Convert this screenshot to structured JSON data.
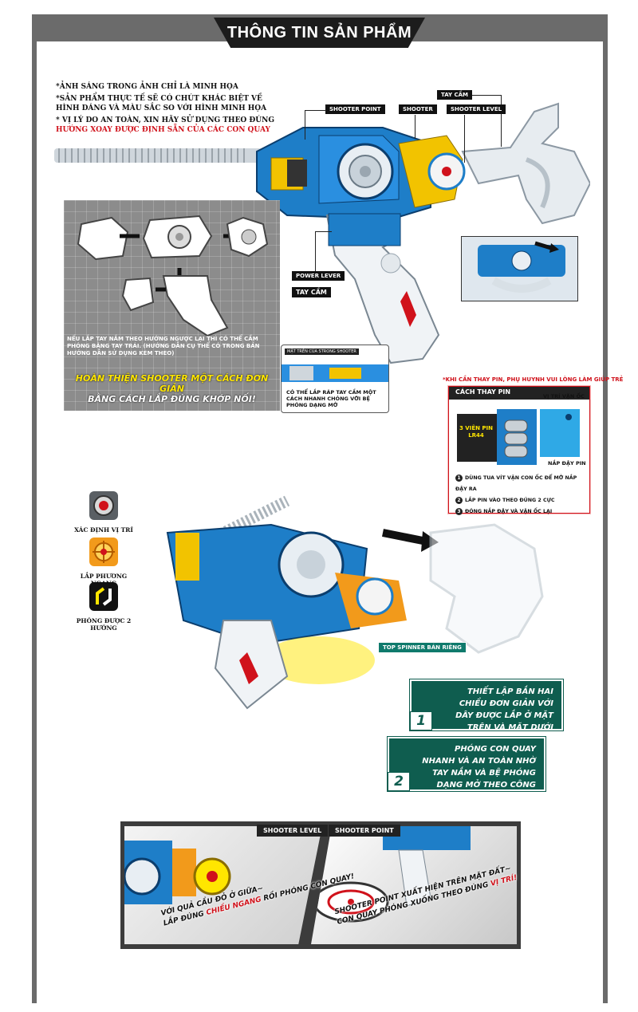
{
  "header": {
    "title": "THÔNG TIN SẢN PHẨM"
  },
  "notes": [
    {
      "text": "*ẢNH SÁNG TRONG ẢNH CHỈ LÀ MINH HỌA",
      "red": ""
    },
    {
      "text": "*SẢN PHẨM THỰC TẾ SẼ CÓ CHÚT KHÁC BIỆT VỀ HÌNH DÁNG VÀ MÀU SẮC SO VỚI HÌNH MINH HỌA",
      "red": ""
    },
    {
      "text": "* VỊ LÝ DO AN TOÀN, XIN HÃY SỬ DỤNG THEO ĐÚNG",
      "red": "HƯỚNG XOAY ĐƯỢC ĐỊNH SẴN CỦA CÁC CON QUAY"
    }
  ],
  "labels": {
    "shooter_point": "SHOOTER POINT",
    "shooter": "SHOOTER",
    "tay_cam_top": "TAY CẦM",
    "shooter_level": "SHOOTER LEVEL",
    "power_lever": "POWER LEVER",
    "tay_cam": "TAY CẦM"
  },
  "assembly": {
    "note": "NẾU LẮP TAY NẮM THEO HƯỚNG NGƯỢC LẠI THÌ CÓ THỂ CẦM PHÓNG BẰNG TAY TRÁI. (HƯỚNG DẪN CỤ THỂ CÓ TRONG BẢN HƯỚNG DẪN SỬ DỤNG KÈM THEO)",
    "yellow": "HOÀN THIỆN SHOOTER MỘT CÁCH ĐƠN GIẢN",
    "white": "BẰNG CÁCH LẮP ĐÚNG KHỚP NỐI!"
  },
  "inset1": {
    "caption": "MẶT TRÊN CỦA STRONG SHOOTER",
    "text": "CÓ THỂ LẮP RÁP TAY CẦM MỘT CÁCH NHANH CHÓNG VỚI BỆ PHÓNG DẠNG MỞ"
  },
  "battery": {
    "warning": "*KHI CẦN THAY PIN, PHỤ HUYNH VUI LÒNG LÀM GIÚP TRẺ",
    "title": "CÁCH THAY PIN",
    "screw_label": "VỊ TRÍ VẶN ỐC",
    "cover_label": "NẮP ĐẬY PIN",
    "pin_label": "3 VIÊN PIN LR44",
    "steps": [
      {
        "n": "1",
        "text": "DÙNG TUA VÍT VẶN CON ỐC ĐỂ MỞ NẮP ĐẬY RA"
      },
      {
        "n": "2",
        "text": "LẮP PIN VÀO THEO ĐÚNG 2 CỰC"
      },
      {
        "n": "3",
        "text": "ĐÓNG NẮP ĐẬY VÀ VẶN ỐC LẠI"
      }
    ]
  },
  "features": [
    {
      "label": "XÁC ĐỊNH VỊ TRÍ",
      "icon": "target-icon"
    },
    {
      "label": "LẮP PHƯƠNG NGANG",
      "icon": "crosshair-icon"
    },
    {
      "label": "PHÓNG ĐƯỢC 2 HƯỚNG",
      "icon": "two-way-arrow-icon"
    }
  ],
  "top_spinner": "TOP SPINNER BÁN RIÊNG",
  "green_boxes": [
    {
      "num": "1",
      "text": "THIẾT LẬP BẮN HAI CHIỀU ĐƠN GIẢN VỚI DÂY ĐƯỢC LẮP Ở MẶT TRÊN VÀ MẶT DƯỚI SHOOTER!"
    },
    {
      "num": "2",
      "text": "PHÓNG CON QUAY NHANH VÀ AN TOÀN NHỜ TAY NẮM VÀ BỆ PHÓNG DẠNG MỞ THEO CÔNG THÁI HỌC!"
    }
  ],
  "bottom": {
    "left_tab": "SHOOTER LEVEL",
    "right_tab": "SHOOTER POINT",
    "left_line1": "VỚI QUẢ CẦU ĐỎ Ở GIỮA~",
    "left_line2a": "LẮP ĐÚNG",
    "left_line2b": "CHIỀU NGANG",
    "left_line2c": "RỒI PHÓNG CON QUAY!",
    "right_line1": "SHOOTER POINT XUẤT HIỆN TRÊN MẶT ĐẤT~",
    "right_line2a": "CON QUAY PHÓNG XUỐNG THEO ĐÚNG",
    "right_line2b": "VỊ TRÍ!"
  },
  "colors": {
    "accent_blue": "#1e7ec8",
    "accent_red": "#d0121b",
    "accent_green": "#0f5d4f",
    "frame_gray": "#6b6b6b"
  }
}
